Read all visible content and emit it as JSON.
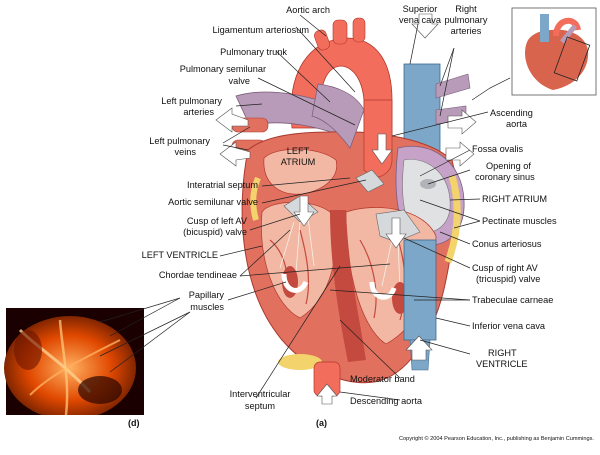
{
  "labels": {
    "aortic_arch": "Aortic arch",
    "ligamentum_arteriosum": "Ligamentum arteriosum",
    "pulmonary_trunk": "Pulmonary trunk",
    "pulmonary_semilunar_valve": [
      "Pulmonary semilunar",
      "valve"
    ],
    "left_pulmonary_arteries": [
      "Left pulmonary",
      "arteries"
    ],
    "left_pulmonary_veins": [
      "Left pulmonary",
      "veins"
    ],
    "interatrial_septum": "Interatrial septum",
    "aortic_semilunar_valve": "Aortic semilunar valve",
    "cusp_left_av": [
      "Cusp of left AV",
      "(bicuspid) valve"
    ],
    "left_ventricle": "LEFT VENTRICLE",
    "chordae_tendineae": "Chordae tendineae",
    "papillary_muscles": [
      "Papillary",
      "muscles"
    ],
    "interventricular_septum": [
      "Interventricular",
      "septum"
    ],
    "left_atrium": [
      "LEFT",
      "ATRIUM"
    ],
    "superior_vena_cava": [
      "Superior",
      "vena cava"
    ],
    "right_pulmonary_arteries": [
      "Right",
      "pulmonary",
      "arteries"
    ],
    "ascending_aorta": [
      "Ascending",
      "aorta"
    ],
    "fossa_ovalis": "Fossa ovalis",
    "opening_coronary_sinus": [
      "Opening of",
      "coronary sinus"
    ],
    "right_atrium": "RIGHT ATRIUM",
    "pectinate_muscles": "Pectinate muscles",
    "conus_arteriosus": "Conus arteriosus",
    "cusp_right_av": [
      "Cusp of right AV",
      "(tricuspid) valve"
    ],
    "trabeculae_carneae": "Trabeculae carneae",
    "inferior_vena_cava": "Inferior vena cava",
    "right_ventricle": [
      "RIGHT",
      "VENTRICLE"
    ],
    "moderator_band": "Moderator band",
    "descending_aorta": "Descending aorta"
  },
  "panel_letters": {
    "a": "(a)",
    "d": "(d)"
  },
  "copyright": "Copyright © 2004 Pearson Education, Inc., publishing as Benjamin Cummings.",
  "colors": {
    "myocardium": "#e2705f",
    "myocardium_dark": "#c4493e",
    "chamber": "#f2b8a3",
    "artery": "#f26d5c",
    "vein": "#7da7c8",
    "pulmonary": "#b89bb8",
    "fat": "#f3d36b",
    "valve": "#d6d9dc",
    "photo_bg": "#1a0000",
    "photo_tissue": "#f07000"
  }
}
